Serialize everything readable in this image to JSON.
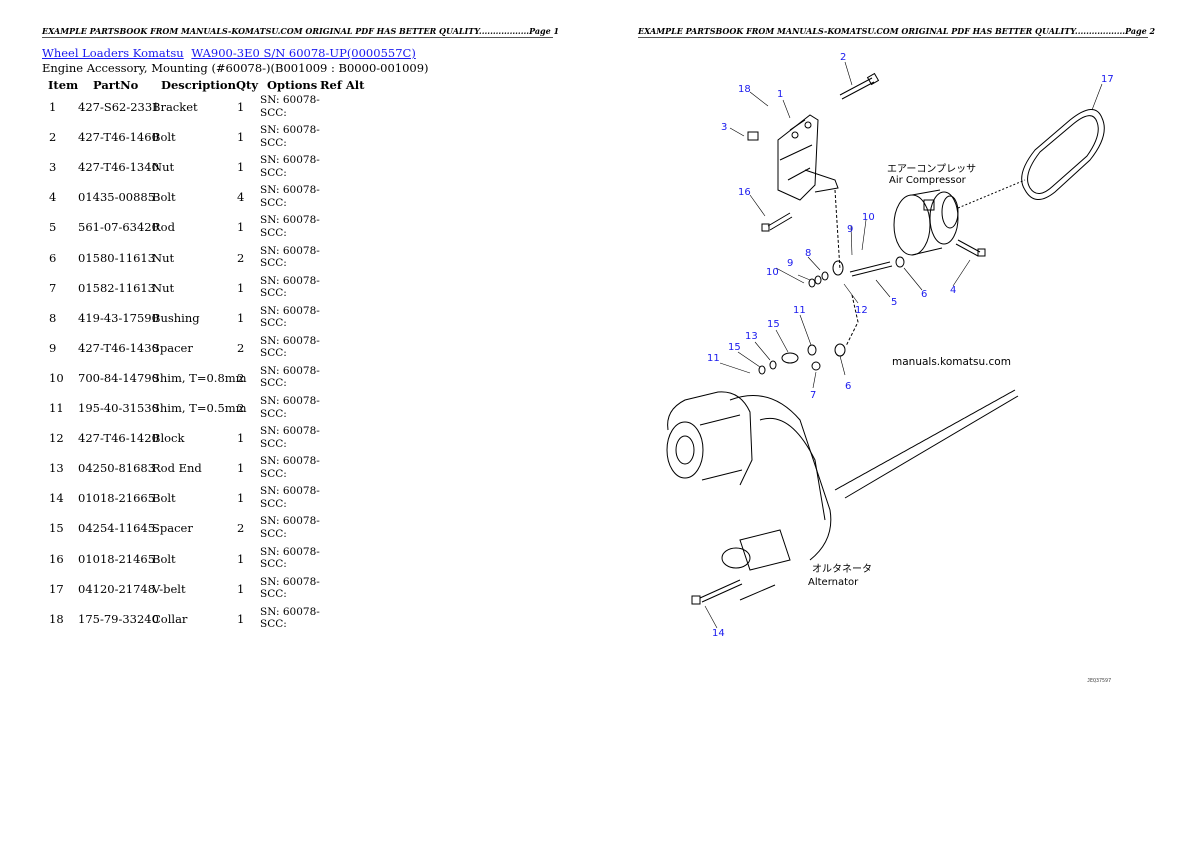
{
  "headers": {
    "left": "EXAMPLE PARTSBOOK FROM MANUALS-KOMATSU.COM ORIGINAL PDF HAS BETTER QUALITY..................Page 1",
    "right": "EXAMPLE PARTSBOOK FROM MANUALS-KOMATSU.COM ORIGINAL PDF HAS BETTER QUALITY..................Page 2"
  },
  "breadcrumb": {
    "link1": "Wheel Loaders Komatsu",
    "link2": "WA900-3E0 S/N 60078-UP(0000557C)"
  },
  "subtitle": "Engine Accessory, Mounting (#60078-)(B001009 : B0000-001009)",
  "columns": {
    "item": "Item",
    "partno": "PartNo",
    "description": "Description",
    "qty": "Qty",
    "options": "Options",
    "refalt": "Ref Alt"
  },
  "parts": [
    {
      "item": "1",
      "partno": "427-S62-2331",
      "description": "Bracket",
      "qty": "1",
      "options": "SN: 60078-SCC:"
    },
    {
      "item": "2",
      "partno": "427-T46-1460",
      "description": "Bolt",
      "qty": "1",
      "options": "SN: 60078-SCC:"
    },
    {
      "item": "3",
      "partno": "427-T46-1340",
      "description": "Nut",
      "qty": "1",
      "options": "SN: 60078-SCC:"
    },
    {
      "item": "4",
      "partno": "01435-00885",
      "description": "Bolt",
      "qty": "4",
      "options": "SN: 60078-SCC:"
    },
    {
      "item": "5",
      "partno": "561-07-63420",
      "description": "Rod",
      "qty": "1",
      "options": "SN: 60078-SCC:"
    },
    {
      "item": "6",
      "partno": "01580-11613",
      "description": "Nut",
      "qty": "2",
      "options": "SN: 60078-SCC:"
    },
    {
      "item": "7",
      "partno": "01582-11613",
      "description": "Nut",
      "qty": "1",
      "options": "SN: 60078-SCC:"
    },
    {
      "item": "8",
      "partno": "419-43-17590",
      "description": "Bushing",
      "qty": "1",
      "options": "SN: 60078-SCC:"
    },
    {
      "item": "9",
      "partno": "427-T46-1430",
      "description": "Spacer",
      "qty": "2",
      "options": "SN: 60078-SCC:"
    },
    {
      "item": "10",
      "partno": "700-84-14790",
      "description": "Shim, T=0.8mm",
      "qty": "2",
      "options": "SN: 60078-SCC:"
    },
    {
      "item": "11",
      "partno": "195-40-31530",
      "description": "Shim, T=0.5mm",
      "qty": "2",
      "options": "SN: 60078-SCC:"
    },
    {
      "item": "12",
      "partno": "427-T46-1420",
      "description": "Block",
      "qty": "1",
      "options": "SN: 60078-SCC:"
    },
    {
      "item": "13",
      "partno": "04250-81683",
      "description": "Rod End",
      "qty": "1",
      "options": "SN: 60078-SCC:"
    },
    {
      "item": "14",
      "partno": "01018-21665",
      "description": "Bolt",
      "qty": "1",
      "options": "SN: 60078-SCC:"
    },
    {
      "item": "15",
      "partno": "04254-11645",
      "description": "Spacer",
      "qty": "2",
      "options": "SN: 60078-SCC:"
    },
    {
      "item": "16",
      "partno": "01018-21465",
      "description": "Bolt",
      "qty": "1",
      "options": "SN: 60078-SCC:"
    },
    {
      "item": "17",
      "partno": "04120-21748",
      "description": "V-belt",
      "qty": "1",
      "options": "SN: 60078-SCC:"
    },
    {
      "item": "18",
      "partno": "175-79-33240",
      "description": "Collar",
      "qty": "1",
      "options": "SN: 60078-SCC:"
    }
  ],
  "diagram": {
    "jp_compressor": "エアーコンプレッサ",
    "en_compressor": "Air Compressor",
    "jp_alternator": "オルタネータ",
    "en_alternator": "Alternator",
    "watermark": "manuals.komatsu.com",
    "refcode": "JEQ37597",
    "callouts": [
      "2",
      "17",
      "18",
      "1",
      "3",
      "16",
      "9",
      "10",
      "8",
      "10",
      "9",
      "5",
      "6",
      "4",
      "12",
      "11",
      "15",
      "13",
      "11",
      "15",
      "6",
      "7",
      "14"
    ]
  }
}
